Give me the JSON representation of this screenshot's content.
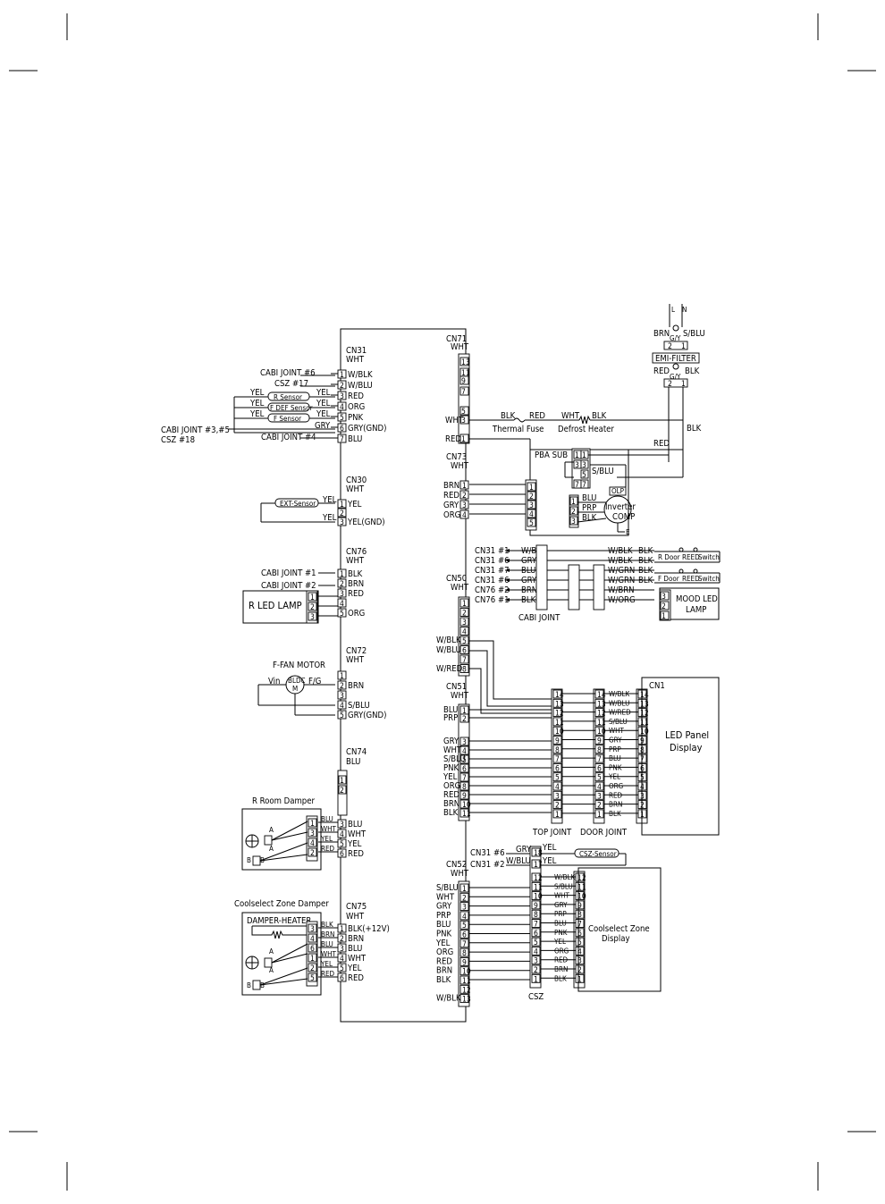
{
  "board": {
    "cn31": {
      "name": "CN31",
      "color": "WHT"
    },
    "cn30": {
      "name": "CN30",
      "color": "WHT"
    },
    "cn76": {
      "name": "CN76",
      "color": "WHT"
    },
    "cn72": {
      "name": "CN72",
      "color": "WHT"
    },
    "cn74": {
      "name": "CN74",
      "color": "BLU"
    },
    "cn75": {
      "name": "CN75",
      "color": "WHT"
    },
    "cn71": {
      "name": "CN71",
      "color": "WHT"
    },
    "cn73": {
      "name": "CN73",
      "color": "WHT"
    },
    "cn50": {
      "name": "CN50",
      "color": "WHT"
    },
    "cn51": {
      "name": "CN51",
      "color": "WHT"
    },
    "cn52": {
      "name": "CN52",
      "color": "WHT"
    }
  },
  "cn31_side": {
    "cabi_joint_6": "CABI JOINT #6",
    "csz_17": "CSZ #17",
    "cabi_joint_3_5": "CABI JOINT #3,#5",
    "csz_18": "CSZ #18",
    "cabi_joint_4": "CABI JOINT #4",
    "r_sensor": "R Sensor",
    "f_def_sensor": "F DEF Sensor",
    "f_sensor": "F Sensor",
    "pins": [
      "W/BLK",
      "W/BLU",
      "RED",
      "ORG",
      "PNK",
      "GRY(GND)",
      "BLU"
    ]
  },
  "cn30_side": {
    "ext_sensor": "EXT-Sensor",
    "pins": [
      "YEL",
      "",
      "YEL(GND)"
    ]
  },
  "cn76_side": {
    "cabi_joint_1": "CABI JOINT #1",
    "cabi_joint_2": "CABI JOINT #2",
    "r_led_lamp": "R LED LAMP",
    "pins": [
      "BLK",
      "BRN",
      "RED",
      "",
      "ORG"
    ]
  },
  "cn72_side": {
    "f_fan_motor": "F-FAN MOTOR",
    "vin": "Vin",
    "fg": "F/G",
    "bldc": "BLDC",
    "m": "M",
    "pins": [
      "",
      "BRN",
      "",
      "S/BLU",
      "GRY(GND)"
    ]
  },
  "r_room_damper": {
    "title": "R Room Damper",
    "pins": [
      "BLU",
      "WHT",
      "YEL",
      "RED"
    ]
  },
  "coolselect_damper": {
    "title": "Coolselect Zone Damper",
    "heater": "DAMPER-HEATER",
    "pins": [
      "BLK(+12V)",
      "BRN",
      "BLU",
      "WHT",
      "YEL",
      "RED"
    ]
  },
  "power": {
    "brn": "BRN",
    "sblu": "S/BLU",
    "gy": "G/Y",
    "emi": "EMI-FILTER",
    "red": "RED",
    "blk": "BLK"
  },
  "cn71_side": {
    "wht": "WHT",
    "red": "RED",
    "blk": "BLK",
    "thermal_fuse": "Thermal Fuse",
    "defrost_heater": "Defrost Heater",
    "pba_sub": "PBA SUB",
    "olp": "OLP",
    "inverter": "Inverter",
    "comp": "COMP",
    "e": "E",
    "pba_wires": [
      "S/BLU",
      "BLU",
      "PRP",
      "BLK"
    ]
  },
  "cn73_side": {
    "pins": [
      "BRN",
      "RED",
      "GRY",
      "ORG"
    ]
  },
  "cabi": {
    "title": "CABI JOINT",
    "left_refs": [
      "CN31 #1",
      "CN31 #6",
      "CN31 #7",
      "CN31 #6",
      "CN76 #2",
      "CN76 #1"
    ],
    "left_colors": [
      "W/BLK",
      "GRY",
      "BLU",
      "GRY",
      "BRN",
      "BLK"
    ],
    "right_colors": [
      "W/BLK",
      "W/BLK",
      "W/GRN",
      "W/GRN",
      "W/BRN",
      "W/ORG"
    ],
    "switch_colors": [
      "BLK",
      "BLK",
      "BLK",
      "BLK"
    ],
    "r_door": "R Door",
    "f_door": "F Door",
    "reed": "REED",
    "switch": "Switch",
    "mood_led": "MOOD LED",
    "lamp": "LAMP"
  },
  "cn50_side": {
    "pins": [
      "W/BLK",
      "W/BLU",
      "",
      "W/RED"
    ]
  },
  "cn51_side": {
    "pins": [
      "BLU",
      "PRP",
      "GRY",
      "WHT",
      "S/BLU",
      "PNK",
      "YEL",
      "ORG",
      "RED",
      "BRN",
      "BLK"
    ]
  },
  "led": {
    "cn1": "CN1",
    "panel_line1": "LED Panel",
    "panel_line2": "Display",
    "top_joint": "TOP JOINT",
    "door_joint": "DOOR JOINT",
    "colors": [
      "W/BLK",
      "W/BLU",
      "W/RED",
      "S/BLU",
      "WHT",
      "GRY",
      "PRP",
      "BLU",
      "PNK",
      "YEL",
      "ORG",
      "RED",
      "BRN",
      "BLK"
    ]
  },
  "csz": {
    "ref_6": "CN31 #6",
    "ref_2": "CN31 #2",
    "gry": "GRY",
    "wblu": "W/BLU",
    "yel": "YEL",
    "sensor": "CSZ-Sensor",
    "label": "CSZ",
    "display_line1": "Coolselect Zone",
    "display_line2": "Display",
    "left_pins": [
      "S/BLU",
      "WHT",
      "GRY",
      "PRP",
      "BLU",
      "PNK",
      "YEL",
      "ORG",
      "RED",
      "BRN",
      "BLK",
      "",
      "W/BLK"
    ],
    "right_colors": [
      "W/BLK",
      "S/BLU",
      "WHT",
      "GRY",
      "PRP",
      "BLU",
      "PNK",
      "YEL",
      "ORG",
      "RED",
      "BRN",
      "BLK"
    ]
  },
  "colors": {
    "ink": "#000000",
    "paper": "#ffffff"
  }
}
